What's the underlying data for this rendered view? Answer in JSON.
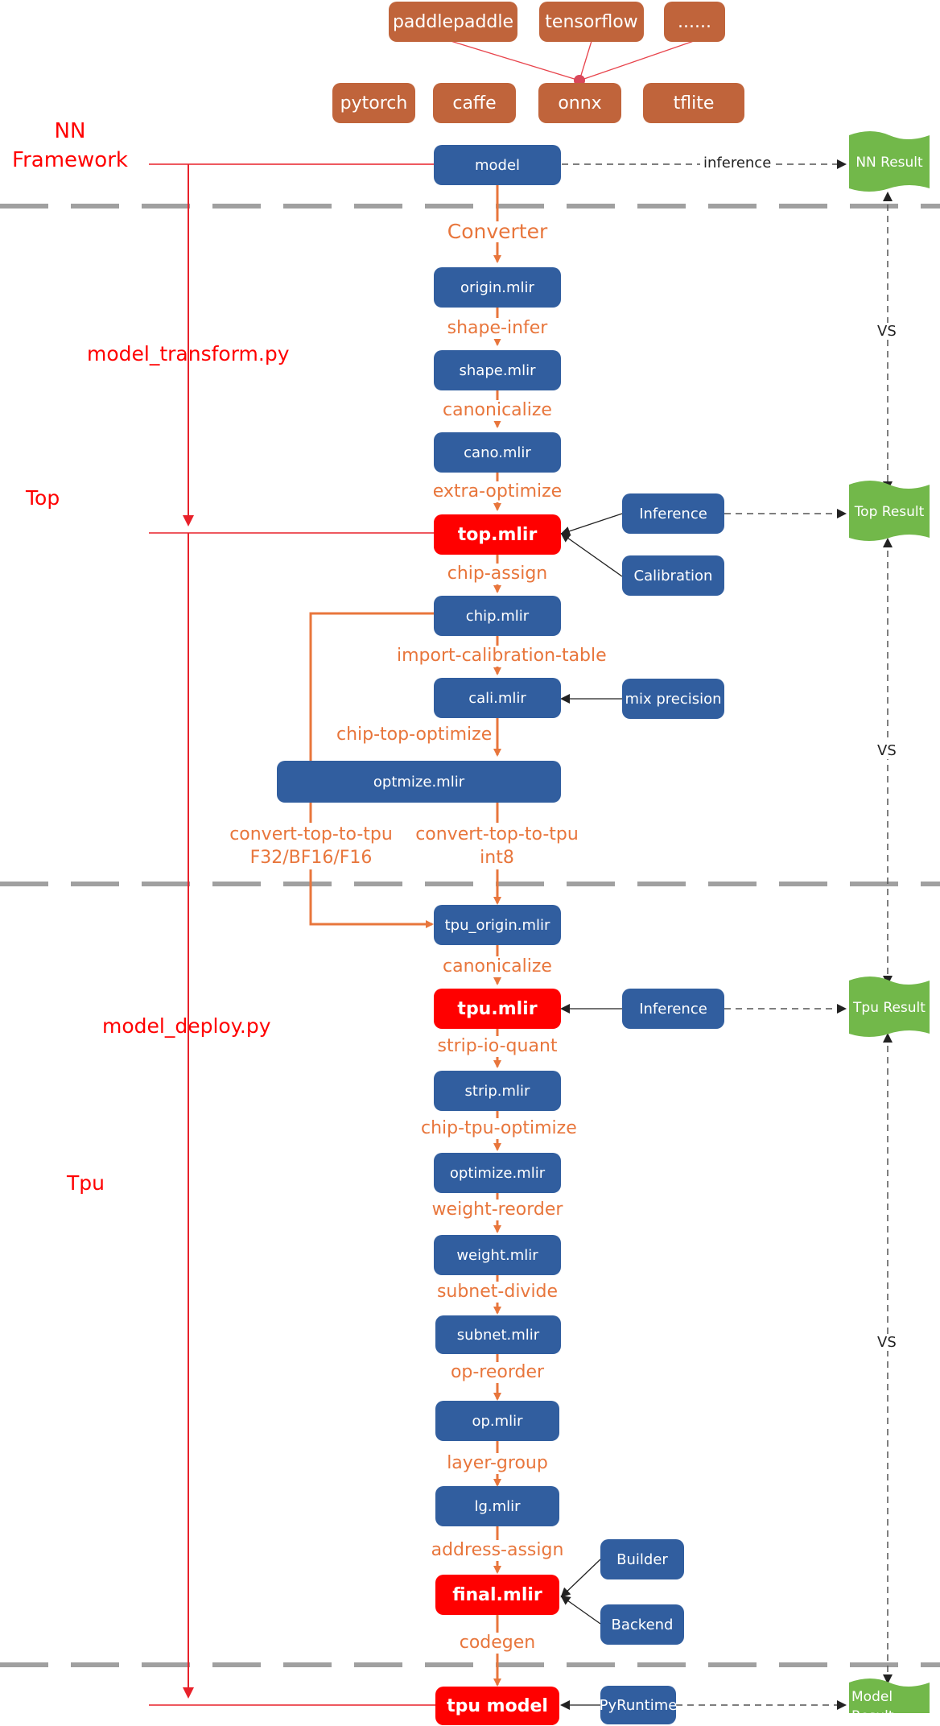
{
  "frameworks": {
    "top_row": [
      "paddlepaddle",
      "tensorflow",
      "......"
    ],
    "bottom_row": [
      "pytorch",
      "caffe",
      "onnx",
      "tflite"
    ]
  },
  "stages": {
    "nn_framework": "NN\nFramework",
    "model_transform": "model_transform.py",
    "top": "Top",
    "model_deploy": "model_deploy.py",
    "tpu": "Tpu"
  },
  "pipeline": {
    "model": "model",
    "converter": "Converter",
    "origin": "origin.mlir",
    "shape_infer": "shape-infer",
    "shape": "shape.mlir",
    "canonicalize_1": "canonicalize",
    "cano": "cano.mlir",
    "extra_optimize": "extra-optimize",
    "top": "top.mlir",
    "chip_assign": "chip-assign",
    "chip": "chip.mlir",
    "import_cali": "import-calibration-table",
    "cali": "cali.mlir",
    "chip_top_optimize": "chip-top-optimize",
    "optmize": "optmize.mlir",
    "convert_float": "convert-top-to-tpu\nF32/BF16/F16",
    "convert_int8": "convert-top-to-tpu\nint8",
    "tpu_origin": "tpu_origin.mlir",
    "canonicalize_2": "canonicalize",
    "tpu": "tpu.mlir",
    "strip_io_quant": "strip-io-quant",
    "strip": "strip.mlir",
    "chip_tpu_optimize": "chip-tpu-optimize",
    "optimize": "optimize.mlir",
    "weight_reorder": "weight-reorder",
    "weight": "weight.mlir",
    "subnet_divide": "subnet-divide",
    "subnet": "subnet.mlir",
    "op_reorder": "op-reorder",
    "op": "op.mlir",
    "layer_group": "layer-group",
    "lg": "lg.mlir",
    "address_assign": "address-assign",
    "final": "final.mlir",
    "codegen": "codegen",
    "tpu_model": "tpu model"
  },
  "side_nodes": {
    "inference_top": "Inference",
    "calibration": "Calibration",
    "mix_precision": "mix precision",
    "inference_tpu": "Inference",
    "builder": "Builder",
    "backend": "Backend",
    "pyruntime": "PyRuntime"
  },
  "results": {
    "nn": "NN Result",
    "top": "Top Result",
    "tpu": "Tpu Result",
    "model": "Model\nResult"
  },
  "edge_labels": {
    "inference": "inference",
    "vs": "VS"
  },
  "colors": {
    "blue_node": "#315e9f",
    "red_node": "#ff0000",
    "brown_node": "#c0643b",
    "green_result": "#72b84a",
    "orange_flow": "#e8763c",
    "red_text": "#ff0000",
    "divider": "#a0a0a0"
  }
}
